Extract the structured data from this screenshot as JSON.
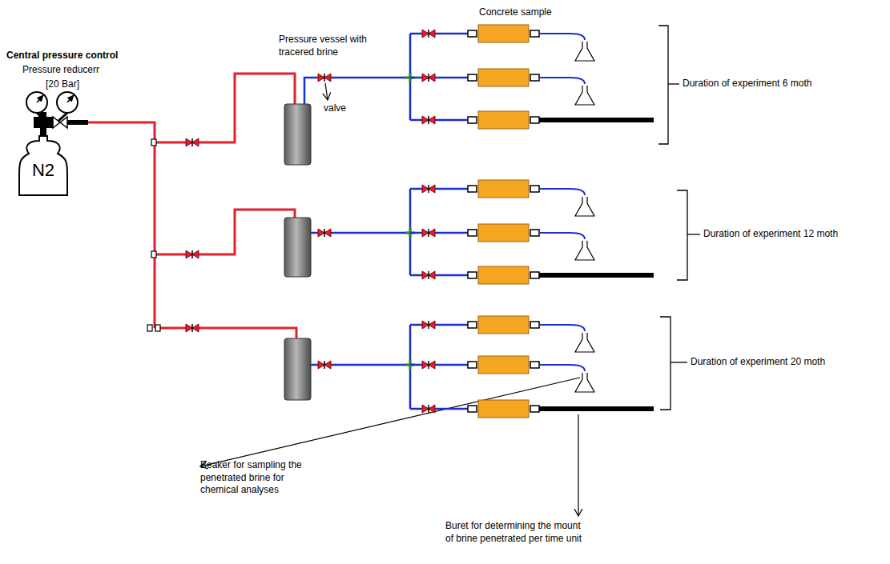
{
  "diagram": {
    "nodes": [
      {
        "text": [
          "N2"
        ]
      }
    ],
    "labels": [
      "Central pressure control",
      "Pressure reducerr",
      "[20 Bar]",
      "Pressure vessel with tracered brine",
      "valve",
      "Concrete sample",
      "Duration of experiment 6 moth",
      "Duration of experiment 12 moth",
      "Duration of experiment 20 moth",
      "Beaker for sampling the penetrated brine for chemical analyses",
      "Buret for determining the mount of brine penetrated per time unit"
    ]
  }
}
